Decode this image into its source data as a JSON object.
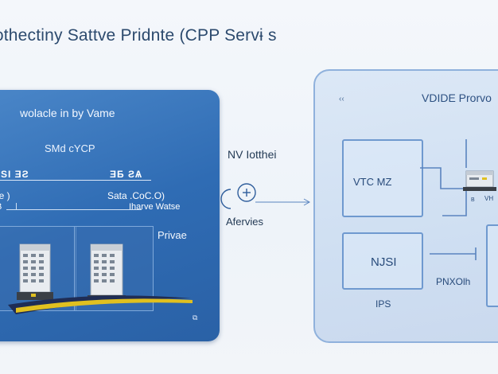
{
  "title": "ɔthectiny Sattve Pridnte (CPP Servɨ s",
  "left_panel": {
    "subtitle": "wolacle in by Vame",
    "smd": "SMd cYCP",
    "row1_a": "ƎSI ƎƧ",
    "row1_b": "ƎБ ƧѦ",
    "row2_a": "rie )",
    "row2_b": "Sata .CoC.O)",
    "row3_a": "ƗB",
    "row3_b": "Iharve Watse",
    "privae": "Privae"
  },
  "middle": {
    "nv": "NV Iotthei",
    "afervies": "Afervies"
  },
  "right_panel": {
    "back": "‹‹",
    "title": "VDIDE Prorvo",
    "vtc": "VTC MZ",
    "njsi": "NJSI",
    "pnx": "PNXOlh",
    "ips": "IPS",
    "vh": "VH",
    "b": "B"
  },
  "colors": {
    "left_panel": "#2f6cb4",
    "right_panel": "#cfdff2",
    "accent_yellow": "#e0c020",
    "line": "#5a84bf"
  }
}
